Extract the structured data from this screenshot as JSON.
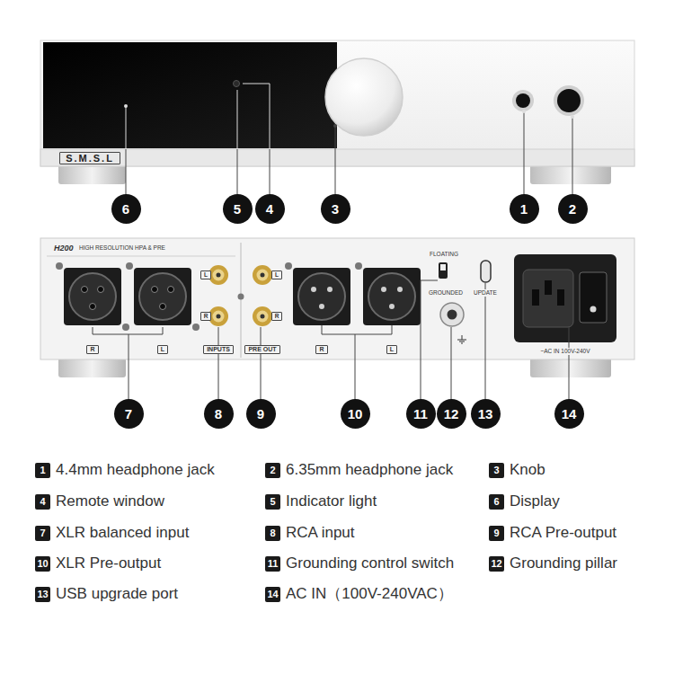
{
  "diagram": {
    "nodes": [
      {
        "text": [
          "6"
        ]
      },
      {
        "text": [
          "5"
        ]
      },
      {
        "text": [
          "4"
        ]
      },
      {
        "text": [
          "3"
        ]
      },
      {
        "text": [
          "1"
        ]
      },
      {
        "text": [
          "2"
        ]
      },
      {
        "text": [
          "7"
        ]
      },
      {
        "text": [
          "8"
        ]
      },
      {
        "text": [
          "9"
        ]
      },
      {
        "text": [
          "10"
        ]
      },
      {
        "text": [
          "11"
        ]
      },
      {
        "text": [
          "12"
        ]
      },
      {
        "text": [
          "13"
        ]
      },
      {
        "text": [
          "14"
        ]
      },
      {
        "text": [
          "1"
        ]
      },
      {
        "text": [
          "2"
        ]
      },
      {
        "text": [
          "3"
        ]
      },
      {
        "text": [
          "4"
        ]
      },
      {
        "text": [
          "5"
        ]
      },
      {
        "text": [
          "6"
        ]
      },
      {
        "text": [
          "7"
        ]
      },
      {
        "text": [
          "8"
        ]
      },
      {
        "text": [
          "9"
        ]
      },
      {
        "text": [
          "10"
        ]
      },
      {
        "text": [
          "11"
        ]
      },
      {
        "text": [
          "12"
        ]
      },
      {
        "text": [
          "13"
        ]
      },
      {
        "text": [
          "14"
        ]
      }
    ],
    "labels": [
      "S.M.S.L",
      "H200",
      "HIGH RESOLUTION HPA & PRE",
      "R",
      "L",
      "L",
      "R",
      "INPUTS",
      "L",
      "R",
      "PRE OUT",
      "R",
      "L",
      "FLOATING",
      "GROUNDED",
      "UPDATE",
      "~AC IN 100V-240V",
      "4.4mm headphone jack",
      "6.35mm headphone jack",
      "Knob",
      "Remote window",
      "Indicator light",
      "Display",
      "XLR balanced input",
      "RCA input",
      "RCA Pre-output",
      "XLR Pre-output",
      "Grounding control switch",
      "Grounding pillar",
      "USB upgrade port",
      "AC IN（100V-240VAC）"
    ]
  }
}
